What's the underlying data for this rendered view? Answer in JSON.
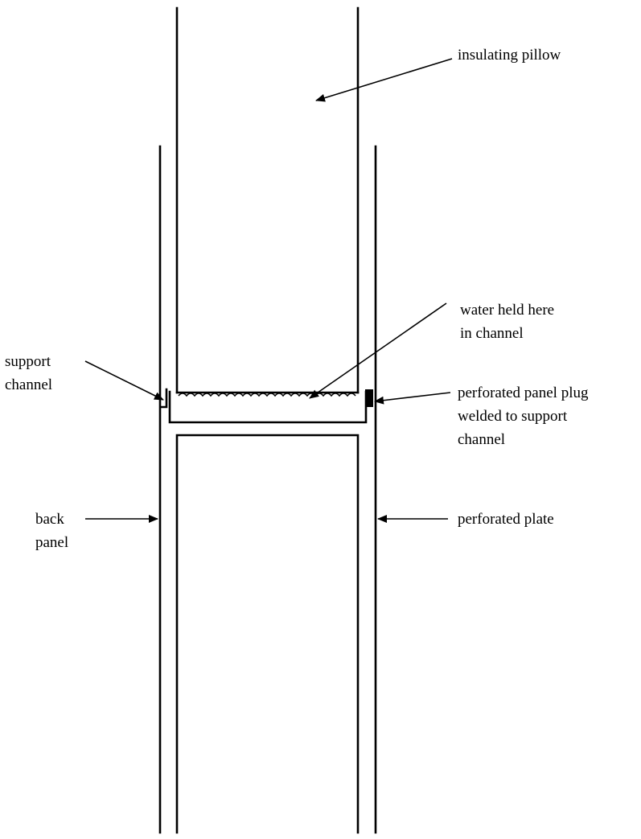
{
  "colors": {
    "ink": "#000000",
    "paper": "#ffffff"
  },
  "labels": {
    "insulating_pillow": "insulating pillow",
    "water_held_line1": "water held here",
    "water_held_line2": "in channel",
    "support_channel_line1": "support",
    "support_channel_line2": "channel",
    "perforated_plug_line1": "perforated panel plug",
    "perforated_plug_line2": "welded to support",
    "perforated_plug_line3": "channel",
    "back_panel_line1": "back",
    "back_panel_line2": "panel",
    "perforated_plate": "perforated plate"
  }
}
